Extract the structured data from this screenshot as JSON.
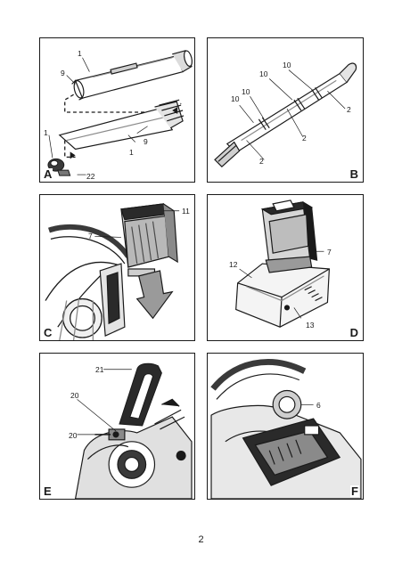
{
  "page_number": "2",
  "panels": {
    "A": {
      "letter": "A",
      "callouts": [
        "1",
        "9",
        "1",
        "9",
        "1",
        "22"
      ]
    },
    "B": {
      "letter": "B",
      "callouts": [
        "10",
        "10",
        "10",
        "10",
        "2",
        "2",
        "2"
      ]
    },
    "C": {
      "letter": "C",
      "callouts": [
        "11",
        "7"
      ]
    },
    "D": {
      "letter": "D",
      "callouts": [
        "7",
        "12",
        "13"
      ]
    },
    "E": {
      "letter": "E",
      "callouts": [
        "21",
        "20",
        "20"
      ]
    },
    "F": {
      "letter": "F",
      "callouts": [
        "6"
      ]
    }
  },
  "colors": {
    "ink": "#1a1a1a",
    "grey": "#8a8a8a",
    "light_grey": "#cfcfcf",
    "paper": "#ffffff"
  }
}
